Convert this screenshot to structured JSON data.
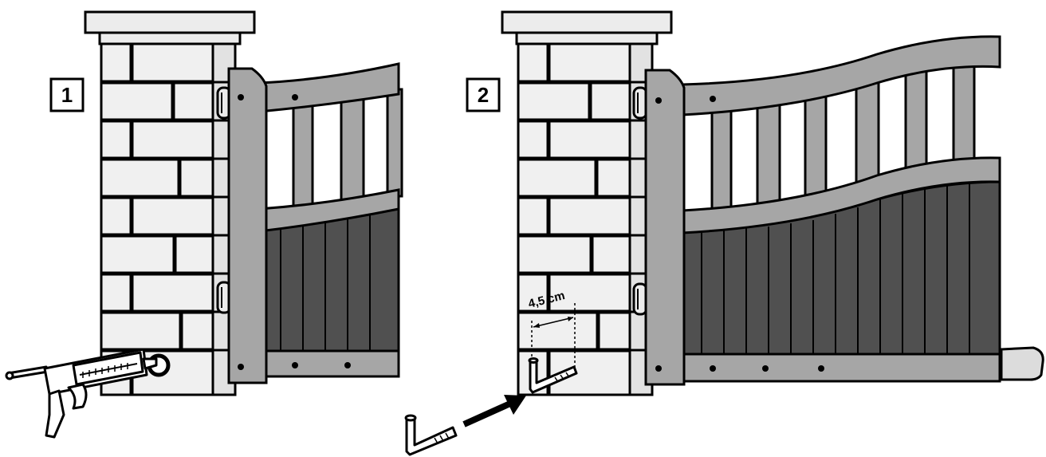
{
  "steps": [
    {
      "number": "1"
    },
    {
      "number": "2"
    }
  ],
  "measurement": {
    "label": "4,5 cm"
  },
  "icons": {
    "step1_tool": "caulking-gun-icon",
    "step2_part": "hinge-pin-icon",
    "arrow": "arrow-right-icon"
  },
  "colors": {
    "brick_fill": "#ececec",
    "gate_frame": "#a6a6a6",
    "gate_panel": "#505050",
    "outline": "#000000"
  }
}
